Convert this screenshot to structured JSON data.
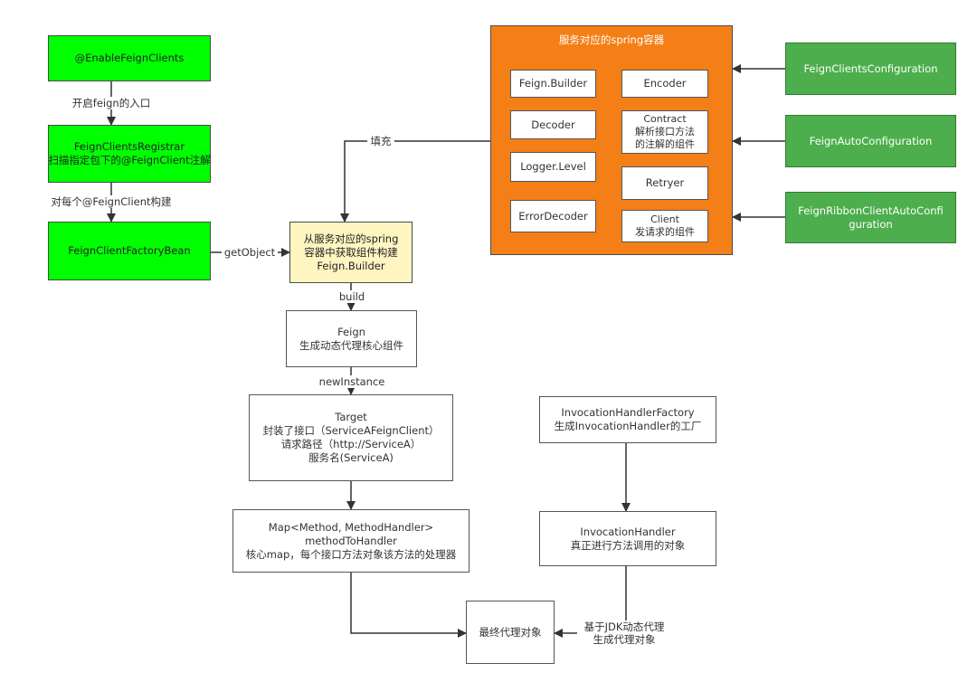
{
  "nodes": {
    "enable_feign_clients": {
      "lines": [
        "@EnableFeignClients"
      ]
    },
    "feign_clients_registrar": {
      "lines": [
        "FeignClientsRegistrar",
        "扫描指定包下的@FeignClient注解"
      ]
    },
    "feign_client_factory_bean": {
      "lines": [
        "FeignClientFactoryBean"
      ]
    },
    "spring_container": {
      "title": "服务对应的spring容器"
    },
    "feign_builder": {
      "lines": [
        "Feign.Builder"
      ]
    },
    "encoder": {
      "lines": [
        "Encoder"
      ]
    },
    "decoder": {
      "lines": [
        "Decoder"
      ]
    },
    "contract": {
      "lines": [
        "Contract",
        "解析接口方法",
        "的注解的组件"
      ]
    },
    "logger_level": {
      "lines": [
        "Logger.Level"
      ]
    },
    "retryer": {
      "lines": [
        "Retryer"
      ]
    },
    "error_decoder": {
      "lines": [
        "ErrorDecoder"
      ]
    },
    "client": {
      "lines": [
        "Client",
        "发请求的组件"
      ]
    },
    "feign_clients_configuration": {
      "lines": [
        "FeignClientsConfiguration"
      ]
    },
    "feign_auto_configuration": {
      "lines": [
        "FeignAutoConfiguration"
      ]
    },
    "feign_ribbon_client_auto_configuration": {
      "lines": [
        "FeignRibbonClientAutoConfi",
        "guration"
      ]
    },
    "get_builder": {
      "lines": [
        "从服务对应的spring",
        "容器中获取组件构建",
        "Feign.Builder"
      ]
    },
    "feign": {
      "lines": [
        "Feign",
        "生成动态代理核心组件"
      ]
    },
    "target": {
      "lines": [
        "Target",
        "封装了接口（ServiceAFeignClient）",
        "请求路径（http://ServiceA）",
        "服务名(ServiceA)"
      ]
    },
    "method_map": {
      "lines": [
        "Map<Method, MethodHandler>",
        "methodToHandler",
        "核心map，每个接口方法对象该方法的处理器"
      ]
    },
    "invocation_handler_factory": {
      "lines": [
        "InvocationHandlerFactory",
        "生成InvocationHandler的工厂"
      ]
    },
    "invocation_handler": {
      "lines": [
        "InvocationHandler",
        "真正进行方法调用的对象"
      ]
    },
    "final_proxy": {
      "lines": [
        "最终代理对象"
      ]
    }
  },
  "edges": {
    "feign_entry": {
      "lines": [
        "开启feign的入口"
      ]
    },
    "build_each": {
      "lines": [
        "对每个@FeignClient构建"
      ]
    },
    "get_object": {
      "lines": [
        "getObject"
      ]
    },
    "fill": {
      "lines": [
        "填充"
      ]
    },
    "build": {
      "lines": [
        "build"
      ]
    },
    "new_instance": {
      "lines": [
        "newInstance"
      ]
    },
    "jdk_proxy": {
      "lines": [
        "基于JDK动态代理",
        "生成代理对象"
      ]
    }
  }
}
